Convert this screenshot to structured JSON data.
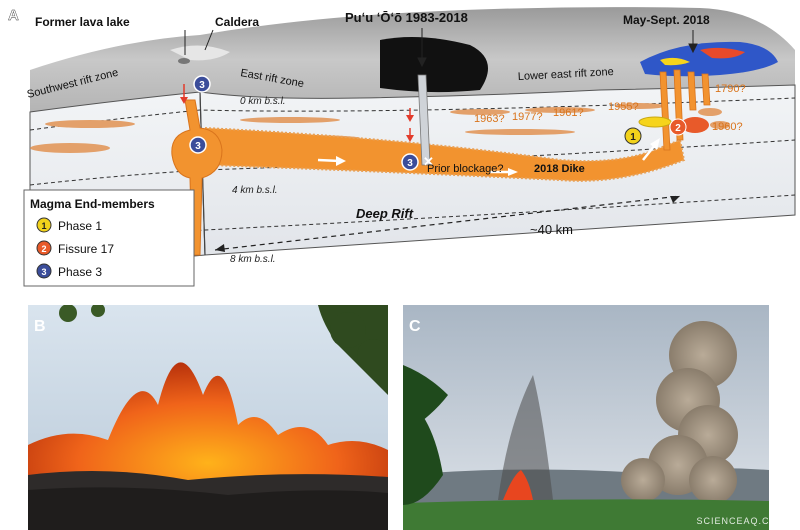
{
  "panel_a": {
    "letter": "A",
    "labels": {
      "former_lava_lake": "Former lava lake",
      "caldera": "Caldera",
      "puu_oo": "Puʻu ʻŌʻō 1983-2018",
      "may_sept": "May-Sept. 2018",
      "southwest_rift": "Southwest rift zone",
      "east_rift": "East rift zone",
      "lower_east_rift": "Lower east rift zone",
      "depth_0": "0 km b.s.l.",
      "depth_4": "4 km b.s.l.",
      "depth_8": "8 km b.s.l.",
      "deep_rift": "Deep Rift",
      "distance": "~40 km",
      "prior_blockage": "Prior blockage?",
      "dike_2018": "2018 Dike"
    },
    "years": [
      "1963?",
      "1977?",
      "1961?",
      "1955?",
      "1790?",
      "1960?"
    ],
    "legend": {
      "title": "Magma End-members",
      "items": [
        {
          "num": "1",
          "label": "Phase 1",
          "color": "#f2d21b"
        },
        {
          "num": "2",
          "label": "Fissure 17",
          "color": "#e85a2a"
        },
        {
          "num": "3",
          "label": "Phase 3",
          "color": "#3b4d9a"
        }
      ]
    },
    "markers": {
      "one": "1",
      "two": "2",
      "three": "3"
    },
    "colors": {
      "magma": "#f2932f",
      "magma_dark": "#d9741c",
      "block": "#eef0f3",
      "dike_outline": "#e8a055"
    }
  },
  "panel_b": {
    "letter": "B"
  },
  "panel_c": {
    "letter": "C"
  },
  "watermark": "SCIENCEAQ.COM"
}
